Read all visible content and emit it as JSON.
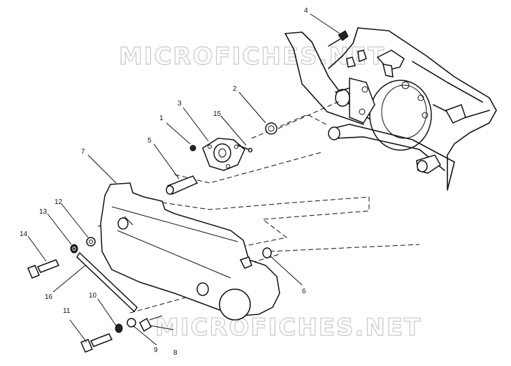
{
  "watermark": {
    "top": "MICROFICHES.NET",
    "bottom": "MICROFICHES.NET"
  },
  "callouts": [
    {
      "id": "c1",
      "text": "1"
    },
    {
      "id": "c2",
      "text": "2"
    },
    {
      "id": "c3",
      "text": "3"
    },
    {
      "id": "c4",
      "text": "4"
    },
    {
      "id": "c5",
      "text": "5"
    },
    {
      "id": "c6",
      "text": "6"
    },
    {
      "id": "c7",
      "text": "7"
    },
    {
      "id": "c8",
      "text": "8"
    },
    {
      "id": "c9",
      "text": "9"
    },
    {
      "id": "c10",
      "text": "10"
    },
    {
      "id": "c11",
      "text": "11"
    },
    {
      "id": "c12",
      "text": "12"
    },
    {
      "id": "c13",
      "text": "13"
    },
    {
      "id": "c14",
      "text": "14"
    },
    {
      "id": "c15",
      "text": "15"
    },
    {
      "id": "c16",
      "text": "16"
    }
  ]
}
